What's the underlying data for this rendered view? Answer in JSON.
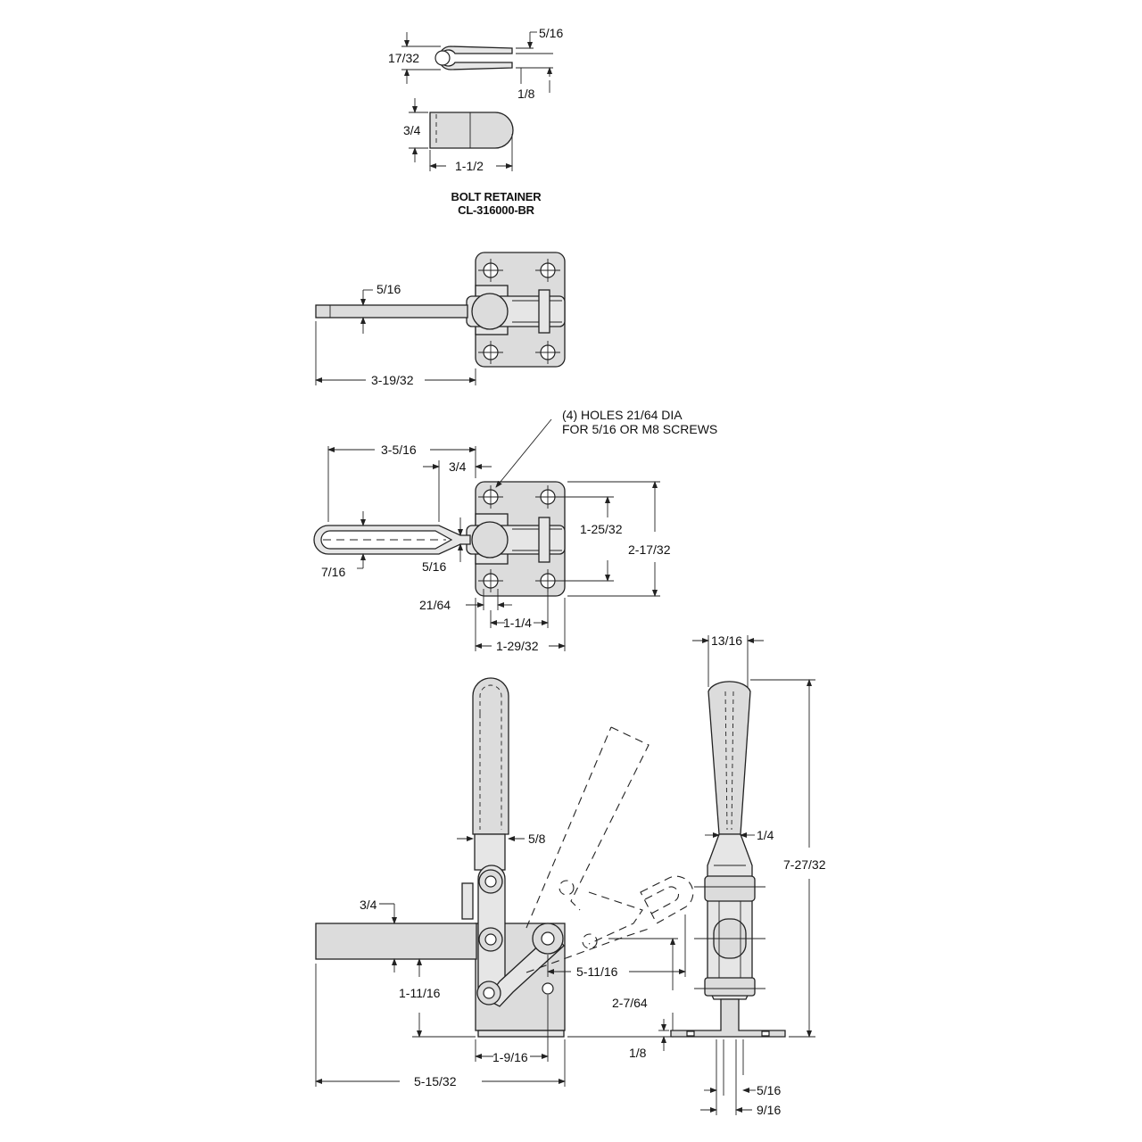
{
  "bolt_retainer": {
    "caption_line1": "BOLT RETAINER",
    "caption_line2": "CL-316000-BR",
    "dim_slot_width": "5/16",
    "dim_overall_width": "17/32",
    "dim_gap": "1/8",
    "dim_height": "3/4",
    "dim_length": "1-1/2"
  },
  "top_view": {
    "dim_bar_thickness": "5/16",
    "dim_bar_length": "3-19/32"
  },
  "plan_view": {
    "note_line1": "(4) HOLES 21/64 DIA",
    "note_line2": "FOR 5/16 OR M8 SCREWS",
    "dim_handle_length": "3-5/16",
    "dim_offset": "3/4",
    "dim_handle_width": "7/16",
    "dim_neck": "5/16",
    "dim_hole_spacing_v": "1-25/32",
    "dim_base_height": "2-17/32",
    "dim_hole_dia": "21/64",
    "dim_hole_spacing_h": "1-1/4",
    "dim_base_width": "1-29/32"
  },
  "side_view": {
    "dim_handle_width": "5/8",
    "dim_bar_thickness": "3/4",
    "dim_bar_height": "1-11/16",
    "dim_base_offset": "1-9/16",
    "dim_overall_length": "5-15/32",
    "dim_open_reach": "5-11/16",
    "dim_pivot_height": "2-7/64"
  },
  "end_view": {
    "dim_handle_width": "13/16",
    "dim_neck": "1/4",
    "dim_overall_height": "7-27/32",
    "dim_base_thickness": "1/8",
    "dim_slot": "5/16",
    "dim_slot_spacing": "9/16"
  }
}
